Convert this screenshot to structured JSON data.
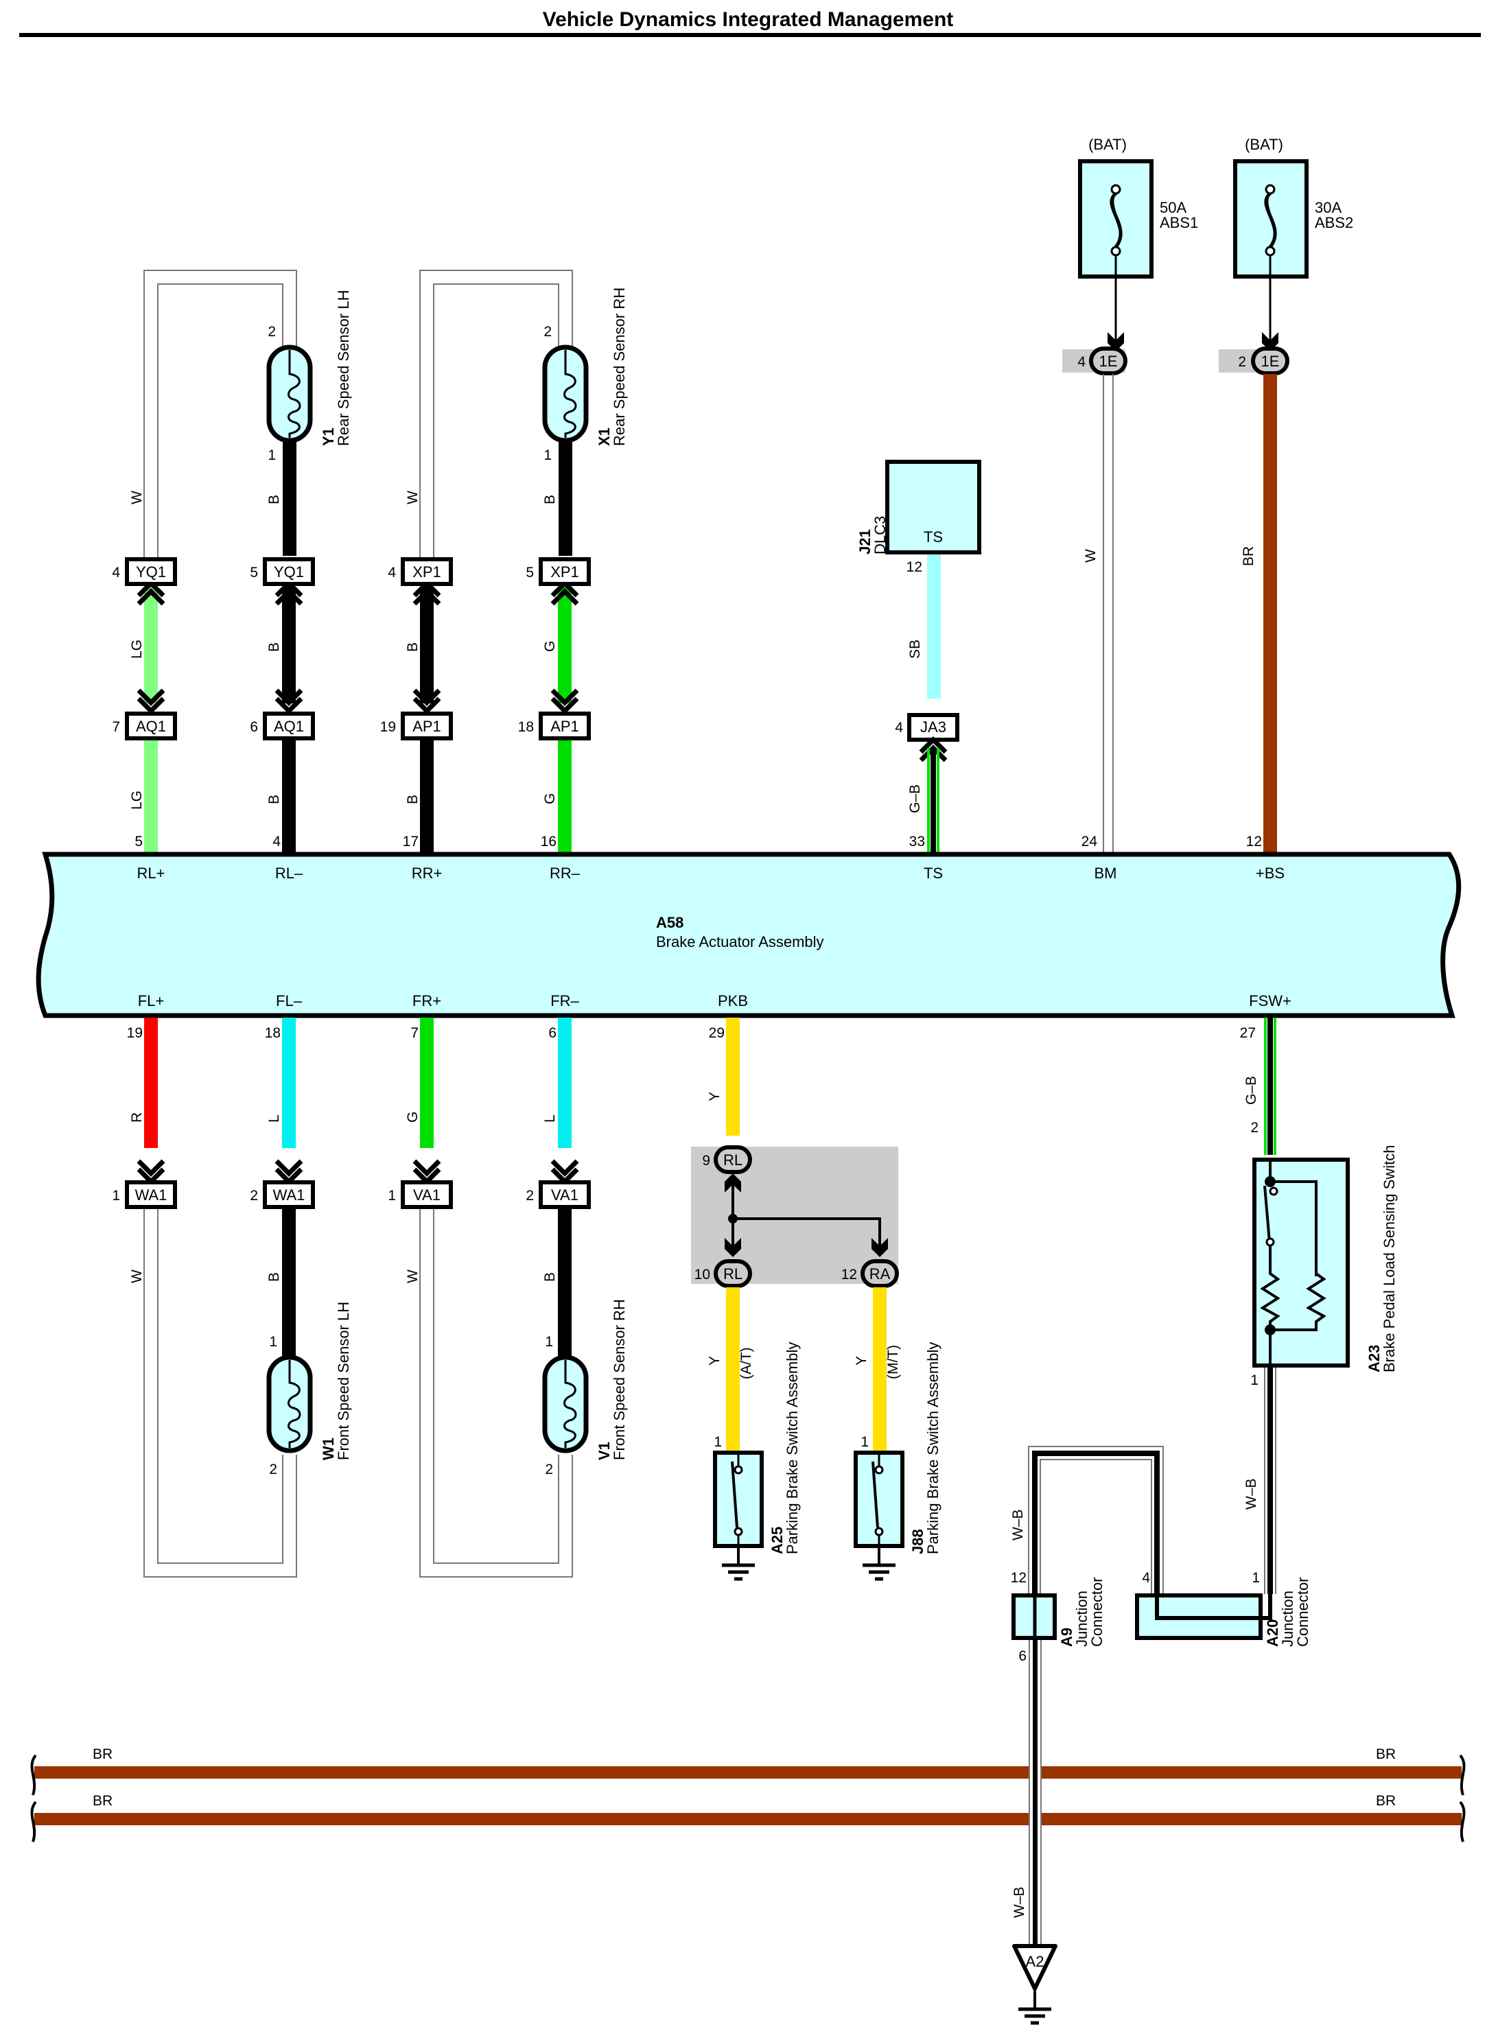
{
  "title": "Vehicle Dynamics Integrated Management",
  "colors": {
    "component_fill": "#ccffff",
    "wire_B": "#000000",
    "wire_W": "#ffffff",
    "wire_LG": "#80ff80",
    "wire_G": "#00e000",
    "wire_R": "#ff0000",
    "wire_L": "#00f0f0",
    "wire_SB": "#a0ffff",
    "wire_Y": "#ffe000",
    "wire_BR": "#993300",
    "shade": "#cccccc"
  },
  "main_unit": {
    "id": "A58",
    "name": "Brake Actuator Assembly",
    "top_terminals": [
      {
        "label": "RL+",
        "pin": "5",
        "wire": "LG"
      },
      {
        "label": "RL–",
        "pin": "4",
        "wire": "B"
      },
      {
        "label": "RR+",
        "pin": "17",
        "wire": "B"
      },
      {
        "label": "RR–",
        "pin": "16",
        "wire": "G"
      },
      {
        "label": "TS",
        "pin": "33",
        "wire": "G–B"
      },
      {
        "label": "BM",
        "pin": "24",
        "wire": "W"
      },
      {
        "label": "+BS",
        "pin": "12",
        "wire": "BR"
      }
    ],
    "bottom_terminals": [
      {
        "label": "FL+",
        "pin": "19",
        "wire": "R"
      },
      {
        "label": "FL–",
        "pin": "18",
        "wire": "L"
      },
      {
        "label": "FR+",
        "pin": "7",
        "wire": "G"
      },
      {
        "label": "FR–",
        "pin": "6",
        "wire": "L"
      },
      {
        "label": "PKB",
        "pin": "29",
        "wire": "Y"
      },
      {
        "label": "FSW+",
        "pin": "27",
        "wire": "G–B"
      }
    ]
  },
  "rear_sensors": [
    {
      "id": "Y1",
      "name": "Rear Speed Sensor LH",
      "pin_top": "2",
      "pin_bottom": "1",
      "loop_wire": "W",
      "sensor_wire": "B",
      "conn_upper": [
        {
          "pin": "4",
          "name": "YQ1"
        },
        {
          "pin": "5",
          "name": "YQ1"
        }
      ],
      "conn_lower": [
        {
          "pin": "7",
          "name": "AQ1"
        },
        {
          "pin": "6",
          "name": "AQ1"
        }
      ],
      "mid_wires": [
        "LG",
        "B"
      ],
      "low_wires": [
        "LG",
        "B"
      ]
    },
    {
      "id": "X1",
      "name": "Rear Speed Sensor RH",
      "pin_top": "2",
      "pin_bottom": "1",
      "loop_wire": "W",
      "sensor_wire": "B",
      "conn_upper": [
        {
          "pin": "4",
          "name": "XP1"
        },
        {
          "pin": "5",
          "name": "XP1"
        }
      ],
      "conn_lower": [
        {
          "pin": "19",
          "name": "AP1"
        },
        {
          "pin": "18",
          "name": "AP1"
        }
      ],
      "mid_wires": [
        "B",
        "G"
      ],
      "low_wires": [
        "B",
        "G"
      ]
    }
  ],
  "front_sensors": [
    {
      "id": "W1",
      "name": "Front Speed Sensor LH",
      "pin_top": "1",
      "pin_bottom": "2",
      "loop_wire": "W",
      "sensor_wire": "B",
      "conn": [
        {
          "pin": "1",
          "name": "WA1"
        },
        {
          "pin": "2",
          "name": "WA1"
        }
      ],
      "upper_wires": [
        "R",
        "L"
      ]
    },
    {
      "id": "V1",
      "name": "Front Speed Sensor RH",
      "pin_top": "1",
      "pin_bottom": "2",
      "loop_wire": "W",
      "sensor_wire": "B",
      "conn": [
        {
          "pin": "1",
          "name": "VA1"
        },
        {
          "pin": "2",
          "name": "VA1"
        }
      ],
      "upper_wires": [
        "G",
        "L"
      ]
    }
  ],
  "dlc": {
    "id": "J21",
    "name": "DLC3",
    "terminal": "TS",
    "pin": "12",
    "wire": "SB",
    "connector": {
      "pin": "4",
      "name": "JA3"
    },
    "lower_wire": "G–B"
  },
  "fuses": [
    {
      "source": "(BAT)",
      "rating": "50A",
      "name": "ABS1",
      "conn_pin": "4",
      "conn_name": "1E",
      "wire": "W"
    },
    {
      "source": "(BAT)",
      "rating": "30A",
      "name": "ABS2",
      "conn_pin": "2",
      "conn_name": "1E",
      "wire": "BR"
    }
  ],
  "parking_brake": {
    "wire_top": "Y",
    "junction": [
      {
        "pin": "9",
        "name": "RL"
      },
      {
        "pin": "10",
        "name": "RL"
      },
      {
        "pin": "12",
        "name": "RA"
      }
    ],
    "switches": [
      {
        "id": "A25",
        "name": "Parking Brake Switch Assembly",
        "variant": "(A/T)",
        "wire": "Y",
        "pin": "1"
      },
      {
        "id": "J88",
        "name": "Parking Brake Switch Assembly",
        "variant": "(M/T)",
        "wire": "Y",
        "pin": "1"
      }
    ]
  },
  "load_switch": {
    "id": "A23",
    "name": "Brake Pedal Load Sensing Switch",
    "pin_top": "2",
    "pin_bottom": "1",
    "wire_top": "G–B",
    "wire_bottom": "W–B"
  },
  "junctions": [
    {
      "id": "A9",
      "line1": "Junction",
      "line2": "Connector",
      "pin_top": "12",
      "pin_bottom": "6",
      "wire": "W–B"
    },
    {
      "id": "A20",
      "line1": "Junction",
      "line2": "Connector",
      "pin_left": "4",
      "pin_right": "1"
    }
  ],
  "ground": {
    "id": "A2",
    "wire": "W–B"
  },
  "bus_wires": [
    {
      "left_label": "BR",
      "right_label": "BR"
    },
    {
      "left_label": "BR",
      "right_label": "BR"
    }
  ]
}
